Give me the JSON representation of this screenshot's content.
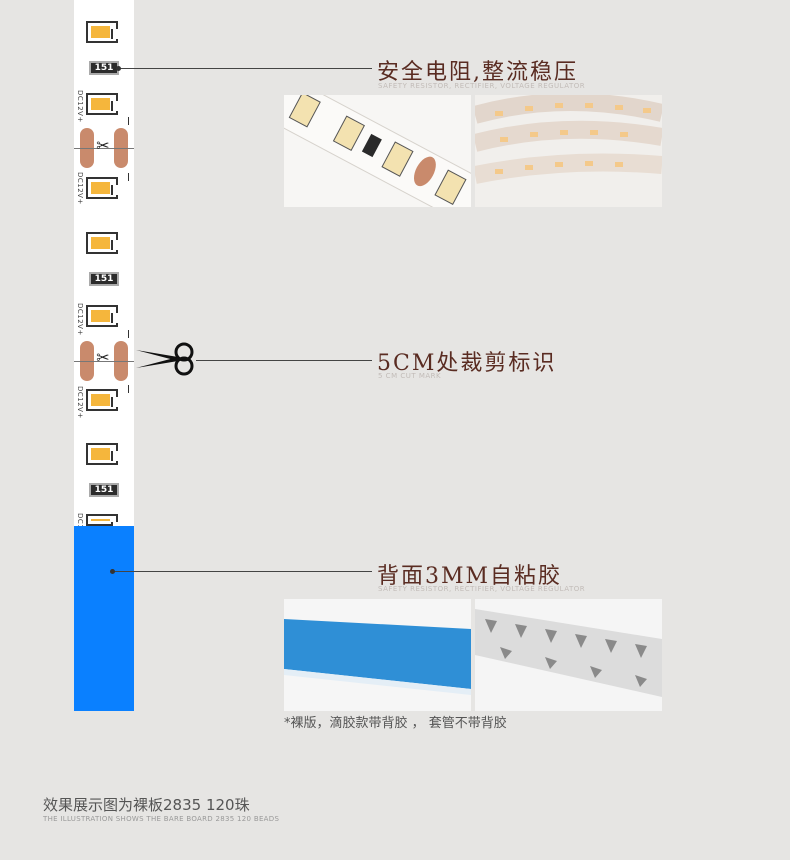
{
  "strip": {
    "resistor_label": "151",
    "dc_label": "DC12V+",
    "scissor_glyph": "✂",
    "tape_color": "#0a80ff",
    "led_color": "#f5b63c",
    "pad_color": "#c98a6c"
  },
  "sections": [
    {
      "title": "安全电阻,整流稳压",
      "subtitle": "SAFETY RESISTOR, RECTIFIER, VOLTAGE REGULATOR"
    },
    {
      "title": "5CM处裁剪标识",
      "subtitle": "5 CM CUT MARK"
    },
    {
      "title": "背面3MM自粘胶",
      "subtitle": "SAFETY RESISTOR, RECTIFIER, VOLTAGE REGULATOR"
    }
  ],
  "note": "*裸版，滴胶款带背胶 ， 套管不带背胶",
  "footer": {
    "title": "效果展示图为裸板2835 120珠",
    "subtitle": "THE ILLUSTRATION SHOWS THE BARE BOARD 2835 120 BEADS"
  },
  "colors": {
    "heading": "#5a2c22",
    "background": "#e6e5e3"
  }
}
